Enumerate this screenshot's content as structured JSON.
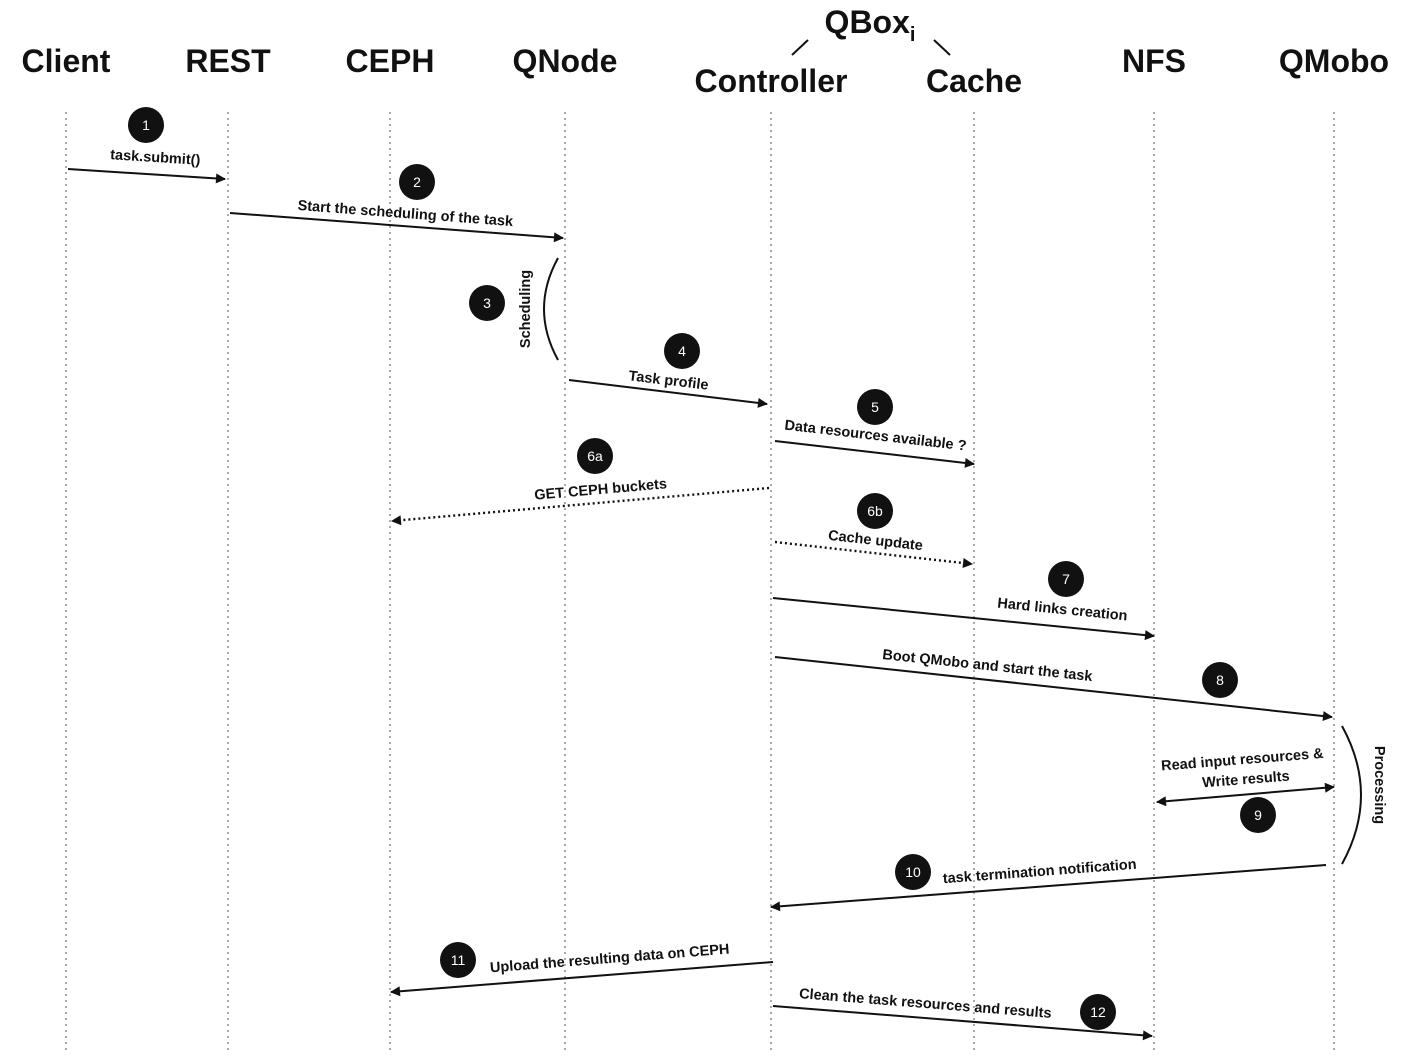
{
  "group": {
    "name": "QBox",
    "subscript": "i"
  },
  "actors": [
    {
      "id": "client",
      "label": "Client"
    },
    {
      "id": "rest",
      "label": "REST"
    },
    {
      "id": "ceph",
      "label": "CEPH"
    },
    {
      "id": "qnode",
      "label": "QNode"
    },
    {
      "id": "controller",
      "label": "Controller"
    },
    {
      "id": "cache",
      "label": "Cache"
    },
    {
      "id": "nfs",
      "label": "NFS"
    },
    {
      "id": "qmobo",
      "label": "QMobo"
    }
  ],
  "messages": [
    {
      "step": "1",
      "label": "task.submit()",
      "from": "client",
      "to": "rest",
      "style": "solid"
    },
    {
      "step": "2",
      "label": "Start the scheduling of the task",
      "from": "rest",
      "to": "qnode",
      "style": "solid"
    },
    {
      "step": "4",
      "label": "Task profile",
      "from": "qnode",
      "to": "controller",
      "style": "solid"
    },
    {
      "step": "5",
      "label": "Data resources available ?",
      "from": "controller",
      "to": "cache",
      "style": "solid"
    },
    {
      "step": "6a",
      "label": "GET CEPH buckets",
      "from": "controller",
      "to": "ceph",
      "style": "dotted"
    },
    {
      "step": "6b",
      "label": "Cache update",
      "from": "controller",
      "to": "cache",
      "style": "dotted"
    },
    {
      "step": "7",
      "label": "Hard links creation",
      "from": "controller",
      "to": "nfs",
      "style": "solid"
    },
    {
      "step": "8",
      "label": "Boot QMobo and start the task",
      "from": "controller",
      "to": "qmobo",
      "style": "solid"
    },
    {
      "step": "9",
      "label": "Read input resources & Write results",
      "from": "qmobo",
      "to": "nfs",
      "style": "bidirectional"
    },
    {
      "step": "10",
      "label": "task termination notification",
      "from": "qmobo",
      "to": "controller",
      "style": "solid"
    },
    {
      "step": "11",
      "label": "Upload the resulting data on CEPH",
      "from": "controller",
      "to": "ceph",
      "style": "solid"
    },
    {
      "step": "12",
      "label": "Clean the task resources and results",
      "from": "controller",
      "to": "nfs",
      "style": "solid"
    }
  ],
  "activities": [
    {
      "step": "3",
      "label": "Scheduling",
      "actor": "qnode"
    },
    {
      "step": "",
      "label": "Processing",
      "actor": "qmobo"
    }
  ],
  "colors": {
    "ink": "#111111",
    "badge": "#111111",
    "background": "#ffffff"
  }
}
